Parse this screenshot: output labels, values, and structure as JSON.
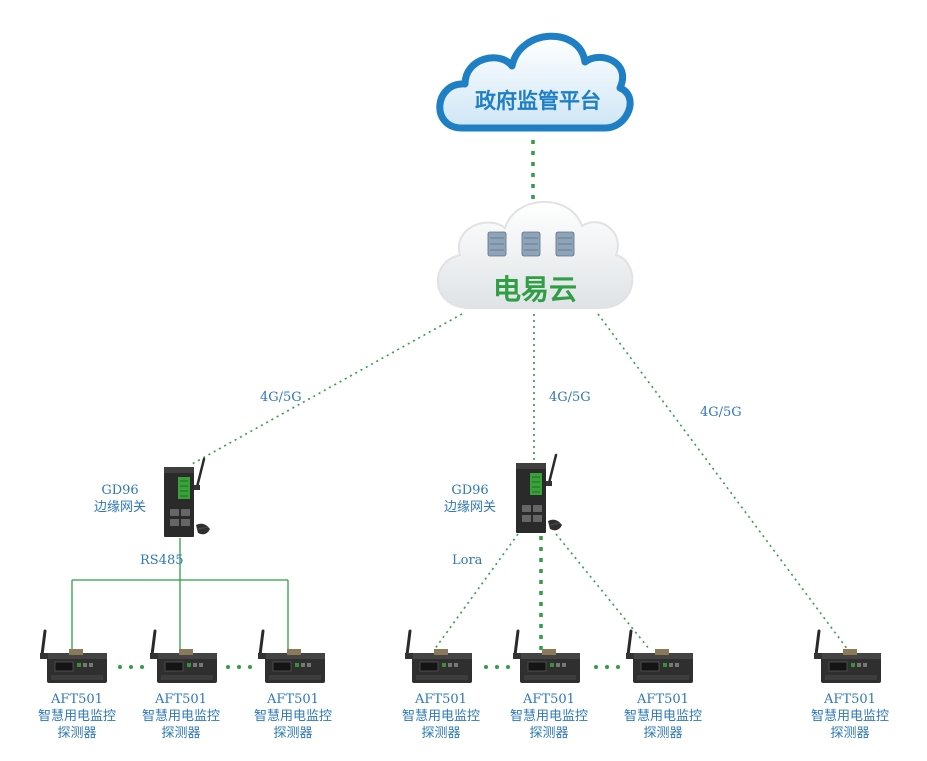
{
  "gov_platform": {
    "label": "政府监管平台"
  },
  "cloud": {
    "label": "电易云"
  },
  "links": {
    "left": "4G/5G",
    "center": "4G/5G",
    "right": "4G/5G"
  },
  "gateways": [
    {
      "model": "GD96",
      "name": "边缘网关",
      "bus": "RS485"
    },
    {
      "model": "GD96",
      "name": "边缘网关",
      "bus": "Lora"
    }
  ],
  "detector": {
    "model": "AFT501",
    "line1": "智慧用电监控",
    "line2": "探测器"
  },
  "colors": {
    "accent_green": "#2f9e44",
    "label_blue": "#2e78b7",
    "cloud_blue": "#1f7fc4"
  }
}
